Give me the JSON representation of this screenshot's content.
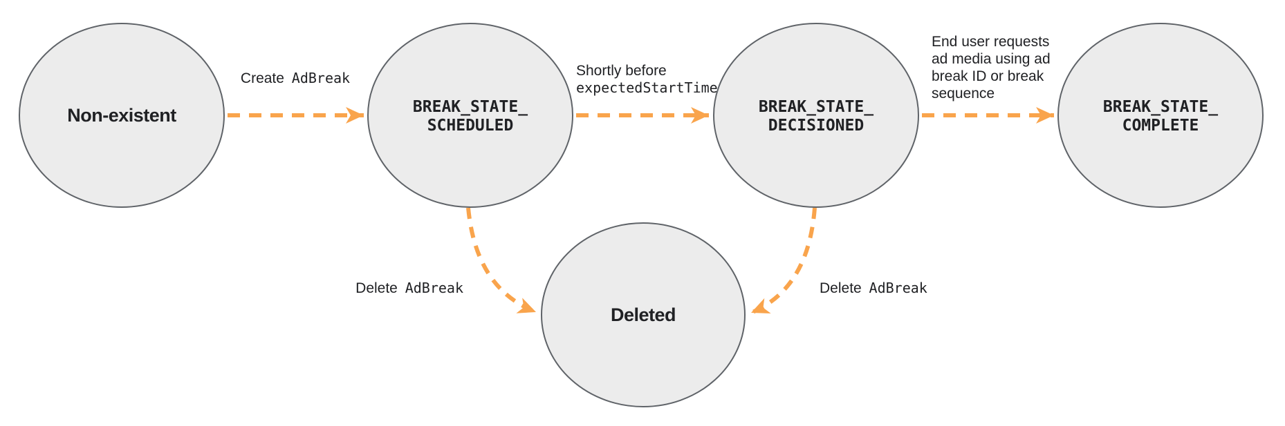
{
  "diagram": {
    "description": "Ad break lifecycle state diagram",
    "colors": {
      "node_fill": "#ececec",
      "node_stroke": "#5f6368",
      "arrow": "#f9a44c",
      "text": "#202124"
    },
    "nodes": {
      "non_existent": {
        "label": "Non-existent"
      },
      "scheduled": {
        "line1": "BREAK_STATE_",
        "line2": "SCHEDULED"
      },
      "decisioned": {
        "line1": "BREAK_STATE_",
        "line2": "DECISIONED"
      },
      "complete": {
        "line1": "BREAK_STATE_",
        "line2": "COMPLETE"
      },
      "deleted": {
        "label": "Deleted"
      }
    },
    "edge_labels": {
      "create": {
        "plain": "Create",
        "code": "AdBreak"
      },
      "shortly": {
        "line1": "Shortly before",
        "line2_code": "expectedStartTime"
      },
      "end_user": {
        "line1": "End user requests",
        "line2": "ad media using ad",
        "line3": "break ID or break",
        "line4": "sequence"
      },
      "delete_left": {
        "plain": "Delete",
        "code": "AdBreak"
      },
      "delete_right": {
        "plain": "Delete",
        "code": "AdBreak"
      }
    }
  }
}
